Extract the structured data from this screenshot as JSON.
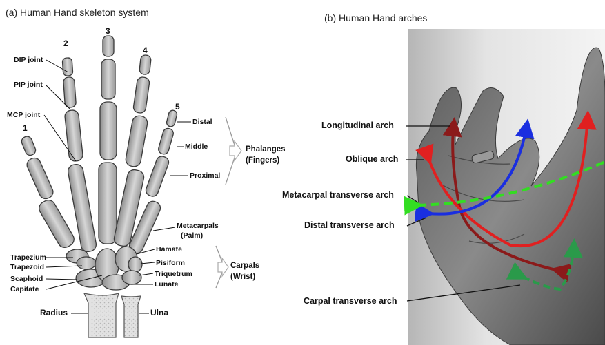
{
  "panel_a": {
    "title": "(a)  Human Hand skeleton system",
    "finger_numbers": [
      "1",
      "2",
      "3",
      "4",
      "5"
    ],
    "left_labels": {
      "dip": "DIP joint",
      "pip": "PIP joint",
      "mcp": "MCP joint",
      "trapezium": "Trapezium",
      "trapezoid": "Trapezoid",
      "scaphoid": "Scaphoid",
      "capitate": "Capitate",
      "radius": "Radius"
    },
    "right_labels": {
      "distal": "Distal",
      "middle": "Middle",
      "proximal": "Proximal",
      "metacarpals": "Metacarpals",
      "palm": "(Palm)",
      "hamate": "Hamate",
      "pisiform": "Pisiform",
      "triquetrum": "Triquetrum",
      "lunate": "Lunate",
      "ulna": "Ulna"
    },
    "groups": {
      "phalanges": "Phalanges",
      "fingers": "(Fingers)",
      "carpals": "Carpals",
      "wrist": "(Wrist)"
    }
  },
  "panel_b": {
    "title": "(b)  Human Hand arches",
    "arches": {
      "longitudinal": "Longitudinal arch",
      "oblique": "Oblique arch",
      "metacarpal": "Metacarpal transverse arch",
      "distal": "Distal transverse arch",
      "carpal": "Carpal transverse arch"
    },
    "colors": {
      "longitudinal": "#8b1a1a",
      "oblique": "#e02020",
      "metacarpal": "#33dd22",
      "distal": "#1a2ee0",
      "carpal": "#2a9a4a"
    }
  }
}
